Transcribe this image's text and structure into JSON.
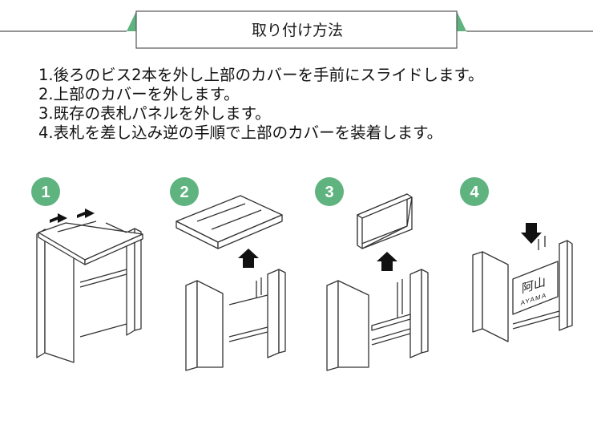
{
  "header": {
    "title": "取り付け方法"
  },
  "instructions": [
    "1.後ろのビス2本を外し上部のカバーを手前にスライドします。",
    "2.上部のカバーを外します。",
    "3.既存の表札パネルを外します。",
    "4.表札を差し込み逆の手順で上部のカバーを装着します。"
  ],
  "figures": [
    {
      "number": "1"
    },
    {
      "number": "2"
    },
    {
      "number": "3"
    },
    {
      "number": "4",
      "nameplate": {
        "kanji": "阿山",
        "romaji": "AYAMA"
      }
    }
  ],
  "colors": {
    "accent_green": "#5fb37f",
    "banner_fill": "#ffffff",
    "banner_line": "#555555",
    "line_art": "#333333",
    "arrow": "#111111"
  }
}
